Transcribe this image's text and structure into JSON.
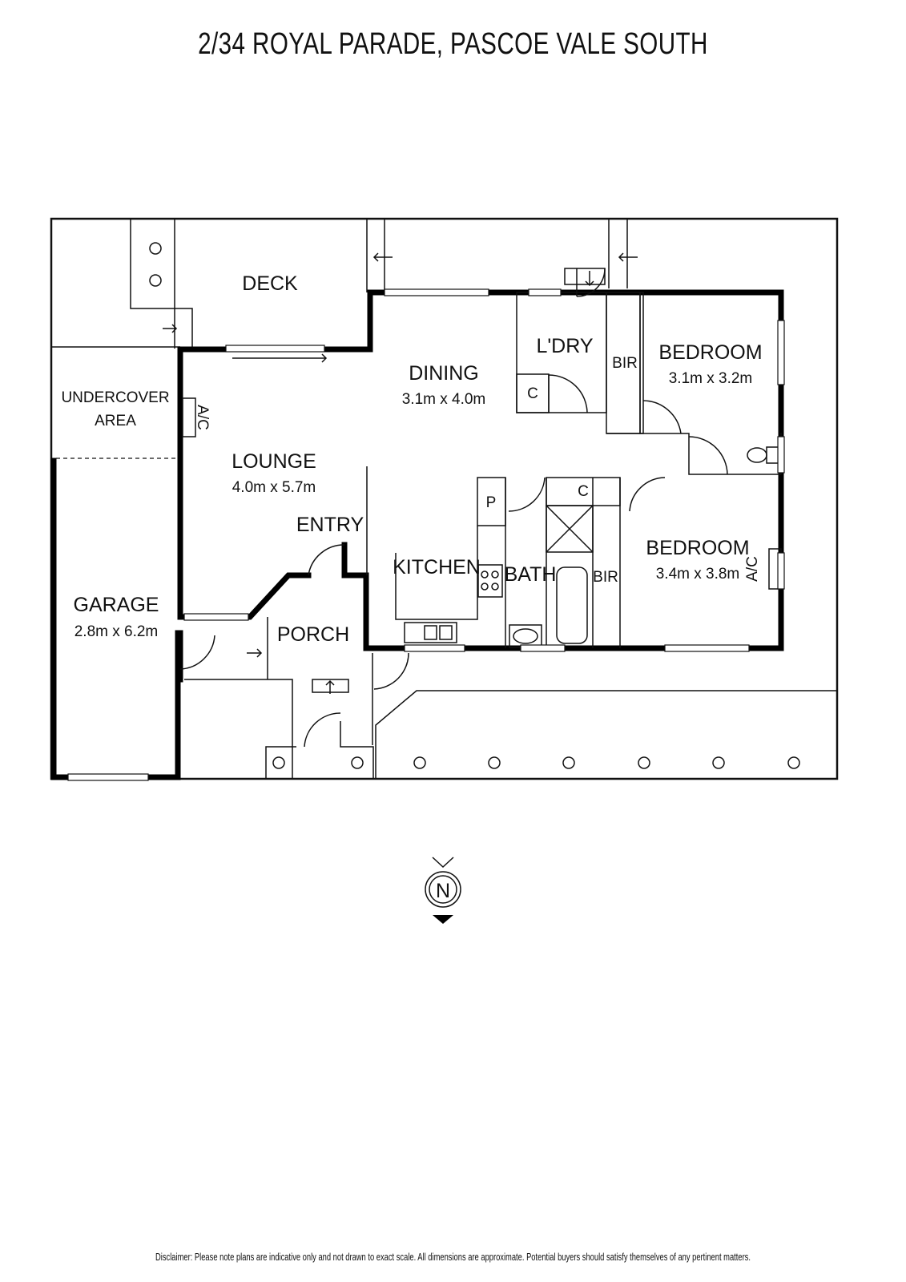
{
  "title": "2/34 ROYAL PARADE, PASCOE VALE SOUTH",
  "rooms": {
    "deck": {
      "name": "DECK"
    },
    "undercover": {
      "name1": "UNDERCOVER",
      "name2": "AREA"
    },
    "lounge": {
      "name": "LOUNGE",
      "dims": "4.0m x 5.7m"
    },
    "dining": {
      "name": "DINING",
      "dims": "3.1m x 4.0m"
    },
    "laundry": {
      "name": "L'DRY"
    },
    "bedroom1": {
      "name": "BEDROOM",
      "dims": "3.1m x 3.2m"
    },
    "bedroom2": {
      "name": "BEDROOM",
      "dims": "3.4m x 3.8m"
    },
    "entry": {
      "name": "ENTRY"
    },
    "kitchen": {
      "name": "KITCHEN"
    },
    "bath": {
      "name": "BATH"
    },
    "porch": {
      "name": "PORCH"
    },
    "garage": {
      "name": "GARAGE",
      "dims": "2.8m x 6.2m"
    }
  },
  "fixtures": {
    "ac": "A/C",
    "bir": "BIR",
    "cupboard": "C",
    "pantry": "P"
  },
  "compass": {
    "letter": "N"
  },
  "disclaimer": "Disclaimer: Please note plans are indicative only and not drawn to exact scale. All dimensions are approximate. Potential buyers should satisfy themselves of any pertinent matters."
}
